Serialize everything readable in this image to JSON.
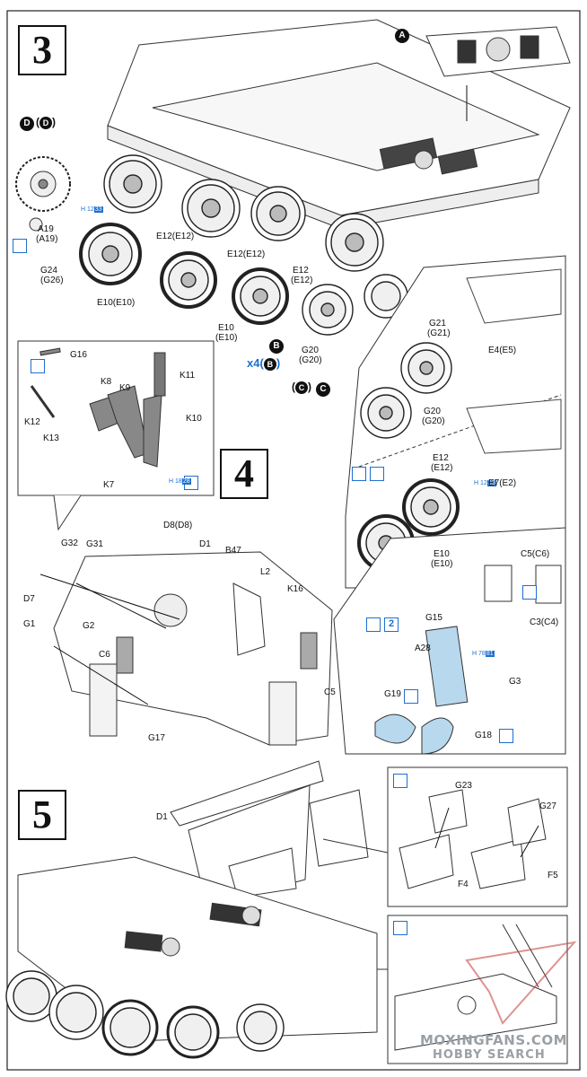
{
  "steps": {
    "s3": "3",
    "s4": "4",
    "s5": "5"
  },
  "markers": {
    "A": "A",
    "B": "B",
    "C": "C",
    "D": "D",
    "x4": "x4",
    "x2": "2"
  },
  "refs": {
    "h12_33": {
      "prefix": "H",
      "a": "12",
      "b": "33"
    },
    "h18_28": {
      "prefix": "H",
      "a": "18",
      "b": "28"
    },
    "h78_81": {
      "prefix": "H",
      "a": "78",
      "b": "81"
    }
  },
  "step3_labels": {
    "a19": "A19",
    "a19p": "(A19)",
    "g24": "G24",
    "g26": "(G26)",
    "e12a": "E12(E12)",
    "e12b": "E12(E12)",
    "e10a": "E10(E10)",
    "e12c": "E12",
    "e12cp": "(E12)",
    "e10b": "E10",
    "e10bp": "(E10)",
    "g20": "G20",
    "g20p": "(G20)",
    "g21": "G21",
    "g21p": "(G21)",
    "e4": "E4(E5)",
    "g20d": "G20",
    "g20dp": "(G20)",
    "e12d": "E12",
    "e12dp": "(E12)",
    "e7": "E7(E2)",
    "e10d": "E10",
    "e10dp": "(E10)"
  },
  "step4_labels": {
    "g16": "G16",
    "k11": "K11",
    "k8": "K8",
    "k9": "K9",
    "k10": "K10",
    "k12": "K12",
    "k13": "K13",
    "k7": "K7",
    "d8": "D8(D8)",
    "g32": "G32",
    "g31": "G31",
    "d1": "D1",
    "b47": "B47",
    "l2": "L2",
    "k16": "K16",
    "d7": "D7",
    "g2": "G2",
    "c6": "C6",
    "g1": "G1",
    "c5": "C5",
    "g17": "G17",
    "c5c6": "C5(C6)",
    "c3c4": "C3(C4)",
    "g15": "G15",
    "a28": "A28",
    "g3": "G3",
    "g19": "G19",
    "g18": "G18"
  },
  "step5_labels": {
    "d1": "D1",
    "g23": "G23",
    "g27": "G27",
    "f4": "F4",
    "f5": "F5"
  },
  "watermark": {
    "line1": "MOXINGFANS.COM",
    "line2": "HOBBY SEARCH"
  },
  "colors": {
    "accent": "#1e6fd0",
    "part": "#b8d8ee",
    "grey": "#8a8a8a"
  }
}
